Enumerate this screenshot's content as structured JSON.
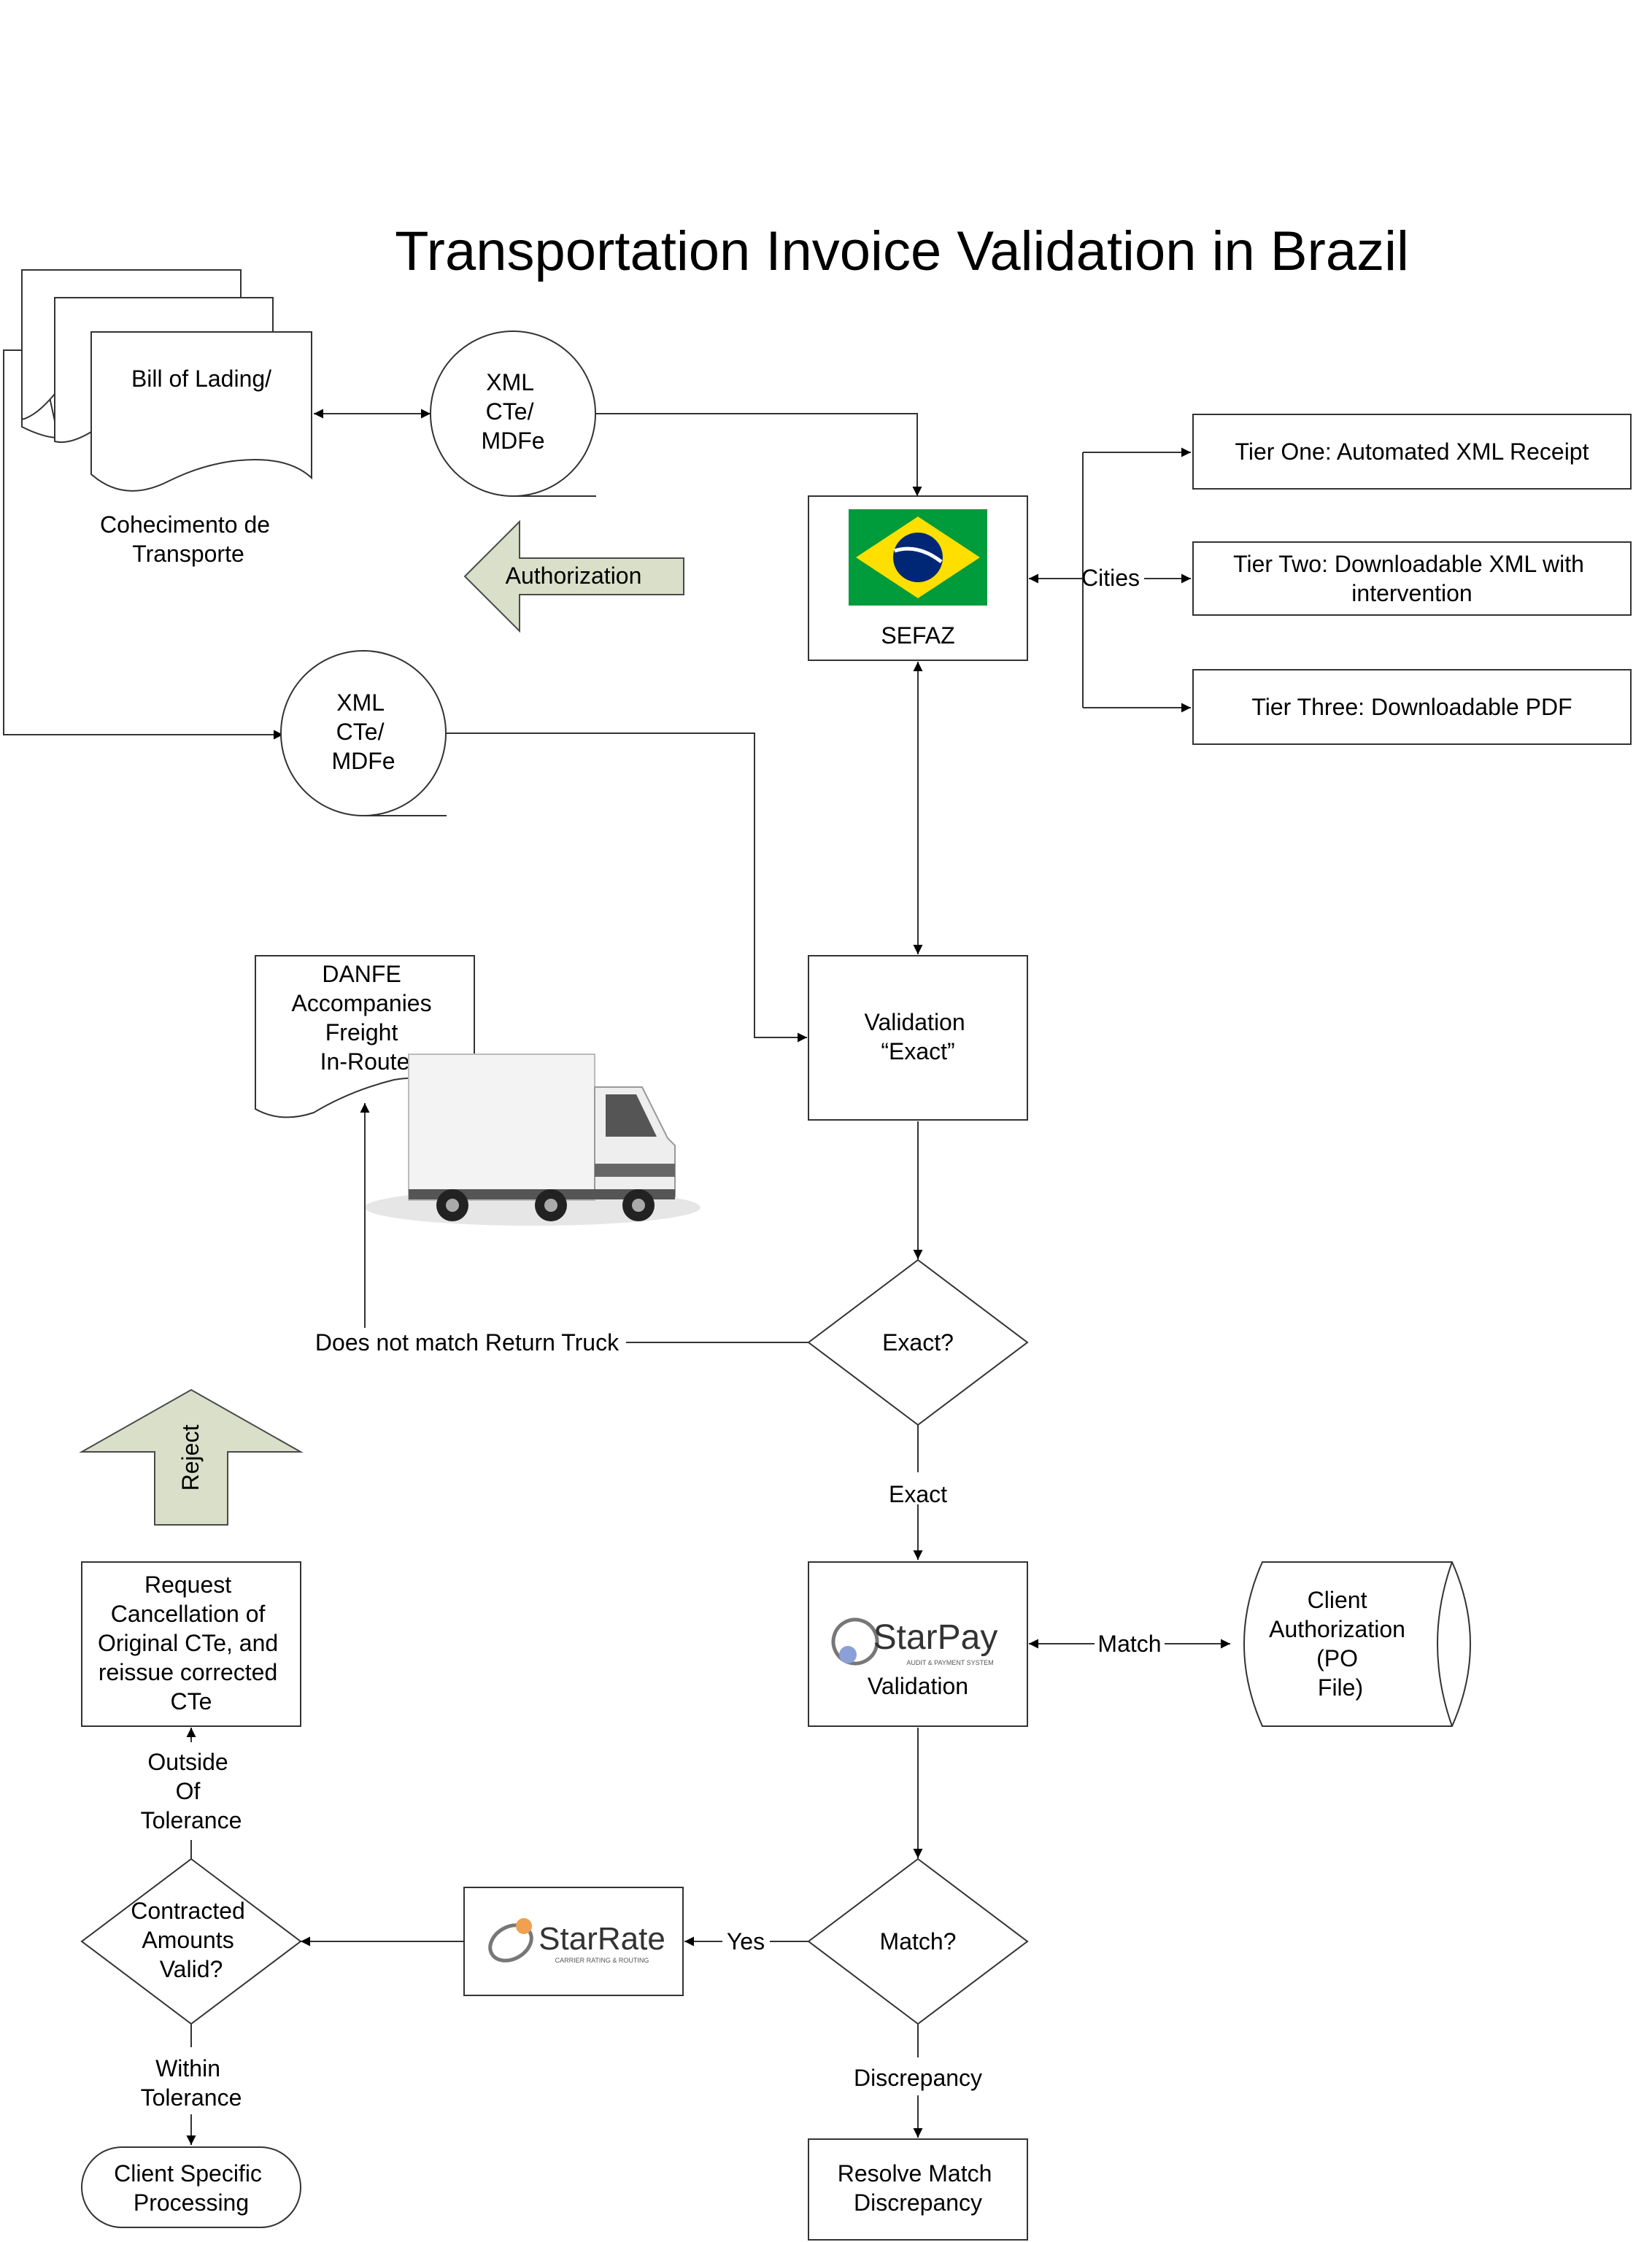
{
  "title": "Transportation Invoice Validation in Brazil",
  "nodes": {
    "bill_of_lading": "Bill of Lading/",
    "bill_of_lading_caption": [
      "Cohecimento de",
      "Transporte"
    ],
    "xml_top": [
      "XML",
      "CTe/",
      "MDFe"
    ],
    "xml_mid": [
      "XML",
      "CTe/",
      "MDFe"
    ],
    "sefaz": "SEFAZ",
    "tier_one": "Tier One:  Automated XML Receipt",
    "tier_two": [
      "Tier Two: Downloadable XML with",
      "intervention"
    ],
    "tier_three": "Tier Three:  Downloadable PDF",
    "danfe": [
      "DANFE",
      "Accompanies",
      "Freight",
      "In-Route"
    ],
    "validation_exact": [
      "Validation",
      "“Exact”"
    ],
    "exact_decision": "Exact?",
    "starpay_logo": "StarPay",
    "starpay_tagline": "AUDIT & PAYMENT SYSTEM",
    "starpay_validation": "Validation",
    "client_auth": [
      "Client",
      "Authorization",
      "(PO",
      "File)"
    ],
    "match_decision": "Match?",
    "starrate_logo": "StarRate",
    "starrate_tagline": "CARRIER RATING & ROUTING",
    "contracted": [
      "Contracted",
      "Amounts",
      "Valid?"
    ],
    "request_cancel": [
      "Request",
      "Cancellation of",
      "Original CTe, and",
      "reissue corrected",
      "CTe"
    ],
    "client_specific": [
      "Client Specific",
      "Processing"
    ],
    "resolve": [
      "Resolve Match",
      "Discrepancy"
    ]
  },
  "edge_labels": {
    "cities": "Cities",
    "does_not_match": "Does not match Return Truck",
    "exact": "Exact",
    "match": "Match",
    "yes": "Yes",
    "discrepancy": "Discrepancy",
    "outside_tolerance": [
      "Outside",
      "Of",
      "Tolerance"
    ],
    "within_tolerance": [
      "Within",
      "Tolerance"
    ]
  },
  "big_arrows": {
    "authorization": "Authorization",
    "reject": "Reject"
  },
  "colors": {
    "big_arrow_fill": "#d9dfc9",
    "flag_green": "#009b3a",
    "flag_yellow": "#fedf00",
    "flag_blue": "#002776"
  }
}
